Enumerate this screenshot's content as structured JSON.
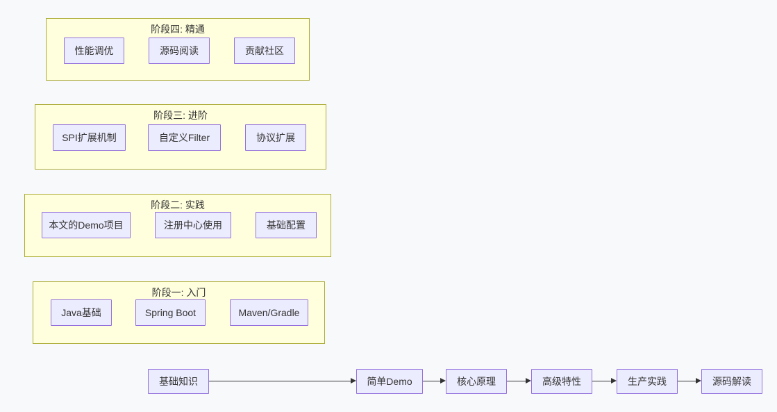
{
  "diagram": {
    "clusters": [
      {
        "label": "阶段四: 精通",
        "nodes": [
          "性能调优",
          "源码阅读",
          "贡献社区"
        ]
      },
      {
        "label": "阶段三: 进阶",
        "nodes": [
          "SPI扩展机制",
          "自定义Filter",
          "协议扩展"
        ]
      },
      {
        "label": "阶段二: 实践",
        "nodes": [
          "本文的Demo项目",
          "注册中心使用",
          "基础配置"
        ]
      },
      {
        "label": "阶段一: 入门",
        "nodes": [
          "Java基础",
          "Spring Boot",
          "Maven/Gradle"
        ]
      }
    ],
    "flow": [
      "基础知识",
      "简单Demo",
      "核心原理",
      "高级特性",
      "生产实践",
      "源码解读"
    ]
  },
  "colors": {
    "background": "#f8f9fb",
    "cluster_fill": "#ffffde",
    "cluster_border": "#aaaa33",
    "node_fill": "#ececff",
    "node_border": "#9370db",
    "edge": "#333333",
    "text": "#333333"
  }
}
